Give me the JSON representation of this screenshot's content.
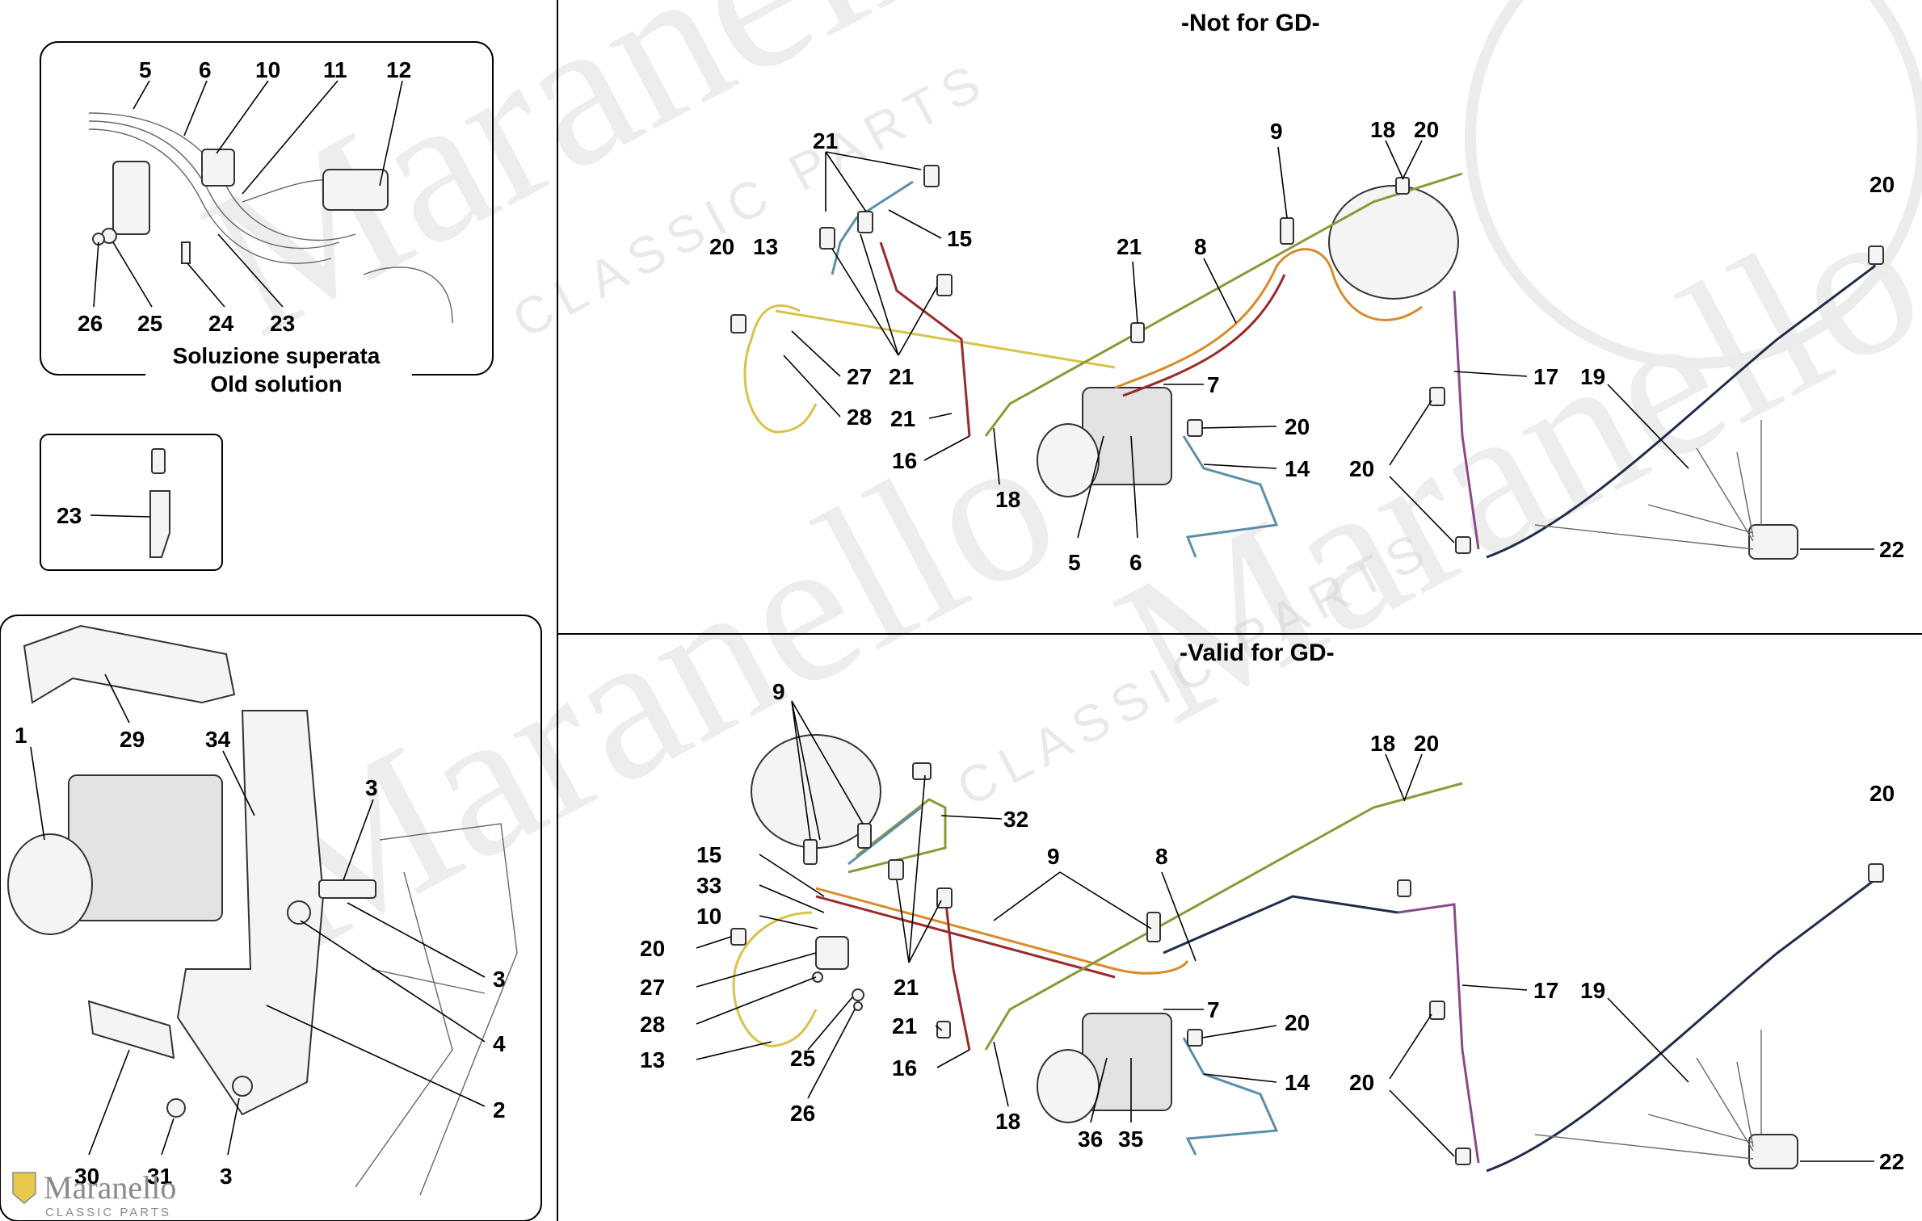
{
  "watermark": {
    "text": "Maranello",
    "subtext": "CLASSIC PARTS"
  },
  "logo": {
    "name": "Maranello",
    "sub": "CLASSIC PARTS"
  },
  "panels": {
    "old_solution": {
      "caption_it": "Soluzione superata",
      "caption_en": "Old solution",
      "callouts": [
        "5",
        "6",
        "10",
        "11",
        "12",
        "26",
        "25",
        "24",
        "23"
      ]
    },
    "bracket_detail": {
      "callouts": [
        "23"
      ]
    },
    "abs_unit": {
      "callouts": [
        "1",
        "29",
        "34",
        "3",
        "3",
        "4",
        "2",
        "30",
        "31",
        "3"
      ]
    },
    "not_gd": {
      "heading": "-Not for GD-",
      "callouts": [
        "21",
        "20",
        "13",
        "15",
        "27",
        "28",
        "21",
        "21",
        "16",
        "18",
        "21",
        "8",
        "9",
        "18",
        "20",
        "7",
        "20",
        "14",
        "5",
        "6",
        "17",
        "19",
        "20",
        "20",
        "20",
        "22"
      ]
    },
    "valid_gd": {
      "heading": "-Valid for GD-",
      "callouts": [
        "9",
        "32",
        "15",
        "33",
        "10",
        "20",
        "27",
        "28",
        "13",
        "25",
        "26",
        "21",
        "21",
        "16",
        "18",
        "9",
        "8",
        "7",
        "20",
        "14",
        "36",
        "35",
        "18",
        "20",
        "17",
        "19",
        "20",
        "20",
        "22"
      ]
    }
  },
  "colors": {
    "yellow_line": "#d8c24a",
    "red_line": "#9b2a2a",
    "orange_line": "#d98b2b",
    "blue_line": "#5b8fa8",
    "purple_line": "#8a4a8a",
    "navy_line": "#1f2d4a",
    "green_line": "#8a9a3a"
  }
}
